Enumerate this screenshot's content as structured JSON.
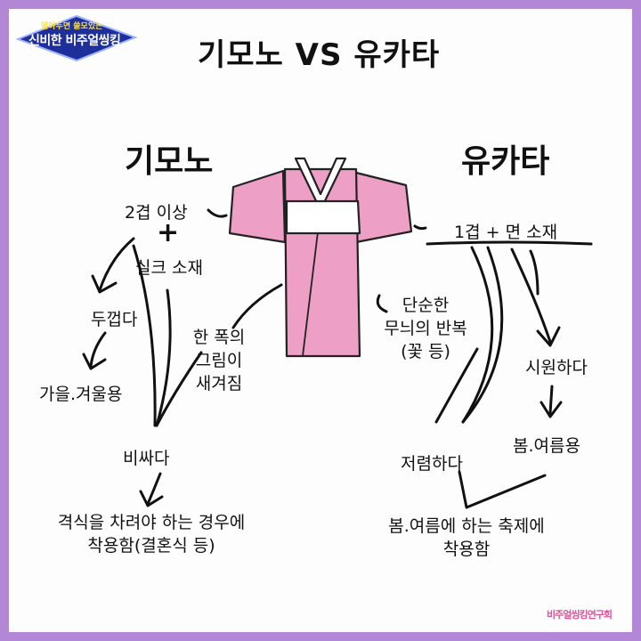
{
  "badge": {
    "top_text": "알아두면 쓸모있는",
    "main_text": "신비한 비주얼씽킹"
  },
  "title": "기모노 VS 유카타",
  "kimono": {
    "heading": "기모노",
    "layers": "2겹 이상",
    "plus": "+",
    "material": "실크 소재",
    "thick": "두껍다",
    "season": "가을.겨울용",
    "picture_lines": [
      "한 폭의",
      "그림이",
      "새겨짐"
    ],
    "expensive": "비싸다",
    "usage_lines": [
      "격식을 차려야 하는 경우에",
      "착용함(결혼식 등)"
    ]
  },
  "yukata": {
    "heading": "유카타",
    "layers": "1겹 + 면 소재",
    "pattern_lines": [
      "단순한",
      "무늬의 반복",
      "(꽃 등)"
    ],
    "cool": "시원하다",
    "season": "봄.여름용",
    "cheap": "저렴하다",
    "usage_lines": [
      "봄.여름에 하는 축제에",
      "착용함"
    ]
  },
  "watermark": "비주얼씽킹연구회",
  "colors": {
    "frame": "#b487d6",
    "garment": "#ee9fc6",
    "sash": "#ffffff",
    "badge_bg": "#1e2f9c"
  }
}
